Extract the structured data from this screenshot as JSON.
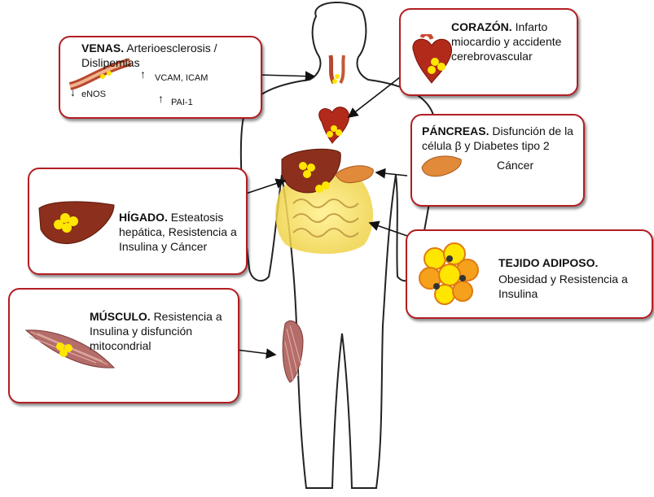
{
  "labels": {
    "venas": {
      "title": "VENAS.",
      "text": "Arterioesclerosis / Dislipemias",
      "vcam": "VCAM, ICAM",
      "enos": "eNOS",
      "pai": "PAI-1"
    },
    "corazon": {
      "title": "CORAZÓN.",
      "text": "Infarto miocardio y accidente cerebrovascular"
    },
    "pancreas": {
      "title": "PÁNCREAS.",
      "text": "Disfunción de la célula β y Diabetes tipo 2",
      "text2": "Cáncer"
    },
    "higado": {
      "title": "HÍGADO.",
      "text": "Esteatosis hepática, Resistencia a Insulina y Cáncer"
    },
    "tejido": {
      "title": "TEJIDO ADIPOSO.",
      "text": "Obesidad y Resistencia a Insulina"
    },
    "musculo": {
      "title": "MÚSCULO.",
      "text": "Resistencia a Insulina y disfunción mitocondrial"
    }
  },
  "arrows": {
    "up": "↑",
    "down": "↓"
  },
  "colors": {
    "box_border": "#b21e23",
    "fat_yellow": "#ffe600",
    "fat_orange": "#f5a11c",
    "liver": "#8c2f1c",
    "heart": "#b22a1a",
    "pancreas": "#e08a3a",
    "muscle": "#b56d6a"
  }
}
